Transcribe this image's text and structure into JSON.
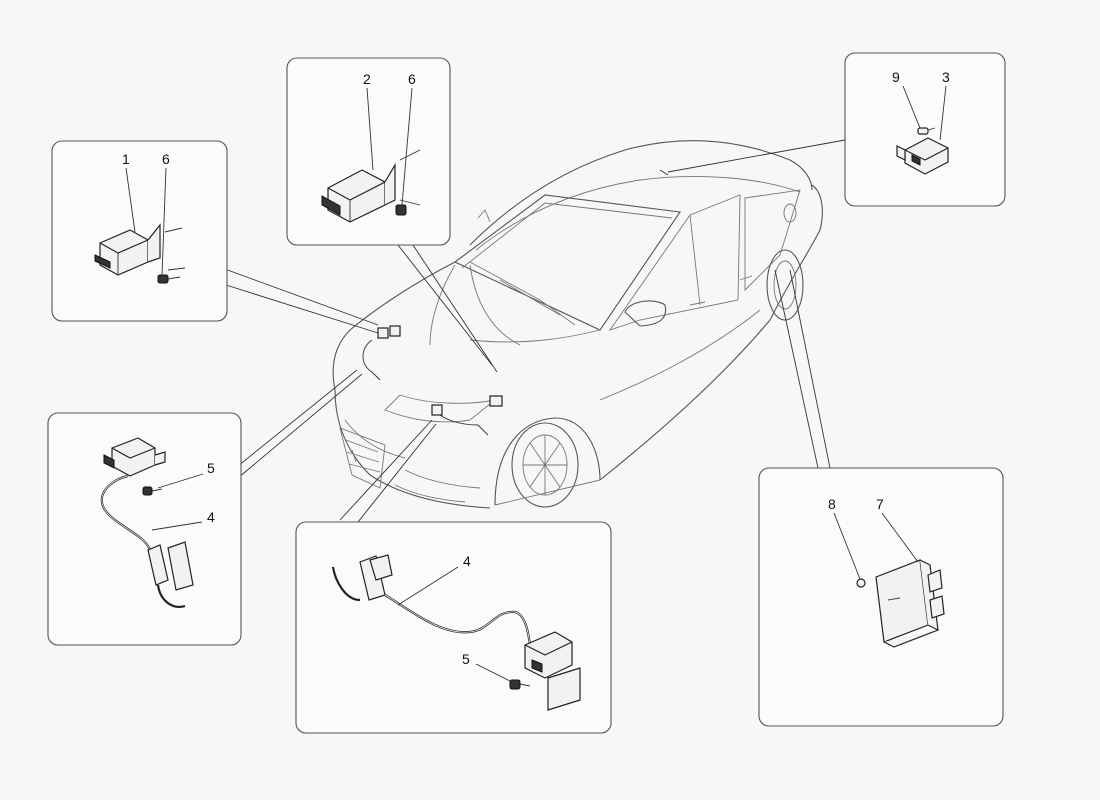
{
  "callouts": {
    "p1_relay": "1",
    "p1_screw": "6",
    "p2_relay": "2",
    "p2_screw": "6",
    "p3_screw": "9",
    "p3_sensor": "3",
    "p4_screw": "5",
    "p4_sensor": "4",
    "p5_sensor": "4",
    "p5_screw": "5",
    "p6_nut": "8",
    "p6_module": "7"
  }
}
